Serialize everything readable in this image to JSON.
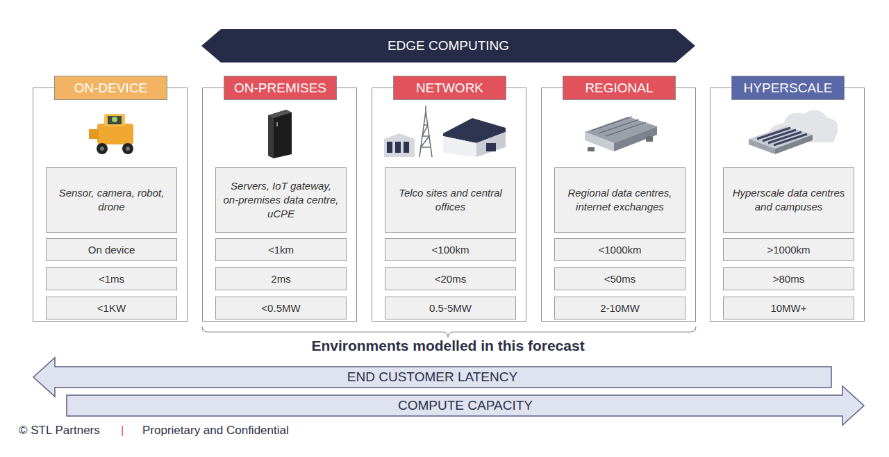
{
  "diagram": {
    "nodes": [
      {
        "text": [
          "EDGE COMPUTING"
        ]
      },
      {
        "text": [
          "ON-DEVICE"
        ]
      },
      {
        "text": [
          "Sensor, camera, robot, drone"
        ],
        "in": 1
      },
      {
        "text": [
          "On device"
        ],
        "in": 1
      },
      {
        "text": [
          "<1ms"
        ],
        "in": 1
      },
      {
        "text": [
          "<1KW"
        ],
        "in": 1
      },
      {
        "text": [
          "ON-PREMISES"
        ]
      },
      {
        "text": [
          "Servers, IoT gateway, on-premises data centre, uCPE"
        ],
        "in": 6
      },
      {
        "text": [
          "<1km"
        ],
        "in": 6
      },
      {
        "text": [
          "2ms"
        ],
        "in": 6
      },
      {
        "text": [
          "<0.5MW"
        ],
        "in": 6
      },
      {
        "text": [
          "NETWORK"
        ]
      },
      {
        "text": [
          "Telco sites and central offices"
        ],
        "in": 11
      },
      {
        "text": [
          "<100km"
        ],
        "in": 11
      },
      {
        "text": [
          "<20ms"
        ],
        "in": 11
      },
      {
        "text": [
          "0.5-5MW"
        ],
        "in": 11
      },
      {
        "text": [
          "REGIONAL"
        ]
      },
      {
        "text": [
          "Regional data centres, internet exchanges"
        ],
        "in": 16
      },
      {
        "text": [
          "<1000km"
        ],
        "in": 16
      },
      {
        "text": [
          "<50ms"
        ],
        "in": 16
      },
      {
        "text": [
          "2-10MW"
        ],
        "in": 16
      },
      {
        "text": [
          "HYPERSCALE"
        ]
      },
      {
        "text": [
          "Hyperscale data centres and campuses"
        ],
        "in": 21
      },
      {
        "text": [
          ">1000km"
        ],
        "in": 21
      },
      {
        "text": [
          ">80ms"
        ],
        "in": 21
      },
      {
        "text": [
          "10MW+"
        ],
        "in": 21
      },
      {
        "text": [
          "END CUSTOMER LATENCY"
        ]
      },
      {
        "text": [
          "COMPUTE CAPACITY"
        ]
      }
    ],
    "labels": [
      "Environments modelled in this forecast",
      "© STL Partners",
      "|",
      "Proprietary and Confidential"
    ]
  }
}
